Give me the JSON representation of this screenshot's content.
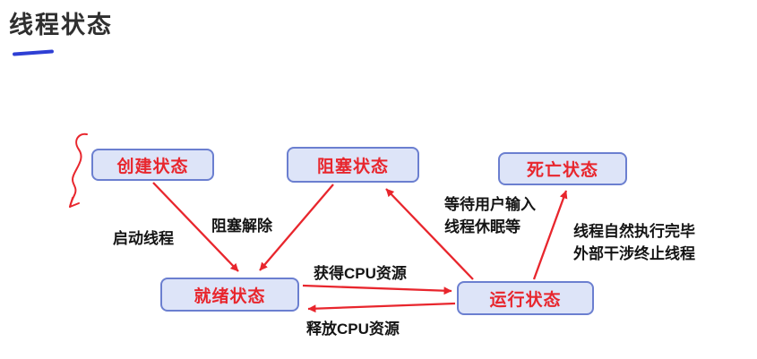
{
  "page": {
    "title": "线程状态"
  },
  "diagram": {
    "nodes": {
      "created": {
        "label": "创建状态"
      },
      "blocked": {
        "label": "阻塞状态"
      },
      "dead": {
        "label": "死亡状态"
      },
      "ready": {
        "label": "就绪状态"
      },
      "running": {
        "label": "运行状态"
      }
    },
    "edges": {
      "start_thread": {
        "from": "created",
        "to": "ready",
        "label": "启动线程"
      },
      "unblock": {
        "from": "blocked",
        "to": "ready",
        "label": "阻塞解除"
      },
      "acquire_cpu": {
        "from": "ready",
        "to": "running",
        "label": "获得CPU资源"
      },
      "release_cpu": {
        "from": "running",
        "to": "ready",
        "label": "释放CPU资源"
      },
      "wait_block": {
        "from": "running",
        "to": "blocked",
        "line1": "等待用户输入",
        "line2": "线程休眠等"
      },
      "terminate": {
        "from": "running",
        "to": "dead",
        "line1": "线程自然执行完毕",
        "line2": "外部干涉终止线程"
      }
    },
    "colors": {
      "node_fill": "#dde4f8",
      "node_border": "#6b7fd0",
      "node_text": "#e8262d",
      "arrow": "#e8262d",
      "label_text": "#141414",
      "title_text": "#2f2f2f",
      "title_underline": "#2e3fd4",
      "annotation": "#e8262d"
    }
  }
}
